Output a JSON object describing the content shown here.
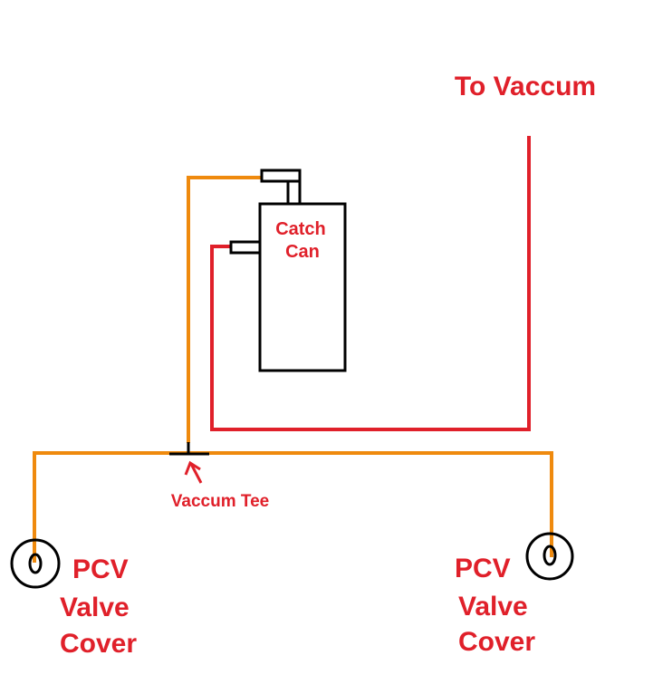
{
  "labels": {
    "to_vacuum": "To Vaccum",
    "catch_can_line1": "Catch",
    "catch_can_line2": "Can",
    "vacuum_tee": "Vaccum Tee",
    "left_pcv": [
      "PCV",
      "Valve",
      "Cover"
    ],
    "right_pcv": [
      "PCV",
      "Valve",
      "Cover"
    ]
  },
  "colors": {
    "vacuum_line": "#e0202a",
    "pcv_line": "#ef8a0e",
    "outline": "#000000",
    "label_text": "#e0202a"
  }
}
